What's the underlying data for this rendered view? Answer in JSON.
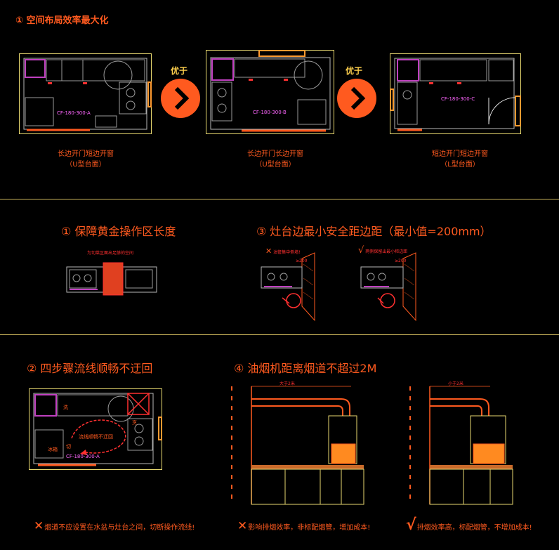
{
  "header": {
    "title": "① 空间布局效率最大化"
  },
  "layouts": [
    {
      "code": "CF-180-300-A",
      "caption_line1": "长边开门短边开窗",
      "caption_line2": "（U型台面）"
    },
    {
      "code": "CF-180-300-B",
      "caption_line1": "长边开门长边开窗",
      "caption_line2": "（U型台面）"
    },
    {
      "code": "CF-180-300-C",
      "caption_line1": "短边开门短边开窗",
      "caption_line2": "（L型台面）"
    }
  ],
  "comparisons": [
    {
      "label": "优于"
    },
    {
      "label": "优于"
    }
  ],
  "section2": {
    "left_title": "① 保障黄金操作区长度",
    "left_note": "为切菜区面出足够的空间",
    "right_title": "③ 灶台边最小安全距边距（最小值=200mm）",
    "bad_note": "油管集中侧墙!",
    "good_note": "两侧保留出最小柜边距",
    "bad_mark": "✕",
    "good_mark": "√",
    "dim_a": "≥200",
    "dim_b": "≥200"
  },
  "section3": {
    "left_title": "② 四步骤流线顺畅不迂回",
    "right_title": "④ 油烟机距离烟道不超过2M",
    "plan_code": "CF-180-300-A",
    "flow_text": "流线顺畅不迂回",
    "fridge_label": "冰箱",
    "wash_label": "洗",
    "cut_label": "切",
    "cook_label": "烹",
    "dim_long": "大于2米",
    "dim_short": "小于2米",
    "note_1": {
      "mark": "✕",
      "text": "烟道不应设置在水盆与灶台之间，切断操作流线!"
    },
    "note_2": {
      "mark": "✕",
      "text": "影响排烟效率，非标配烟管，增加成本!"
    },
    "note_3": {
      "mark": "√",
      "text": "排烟效率高，标配烟管，不增加成本!"
    }
  },
  "colors": {
    "accent": "#ff5a1f",
    "outline": "#e8d870",
    "line": "#b8b8b8",
    "plan_label": "#ff66ff",
    "alert": "#ff3030"
  }
}
